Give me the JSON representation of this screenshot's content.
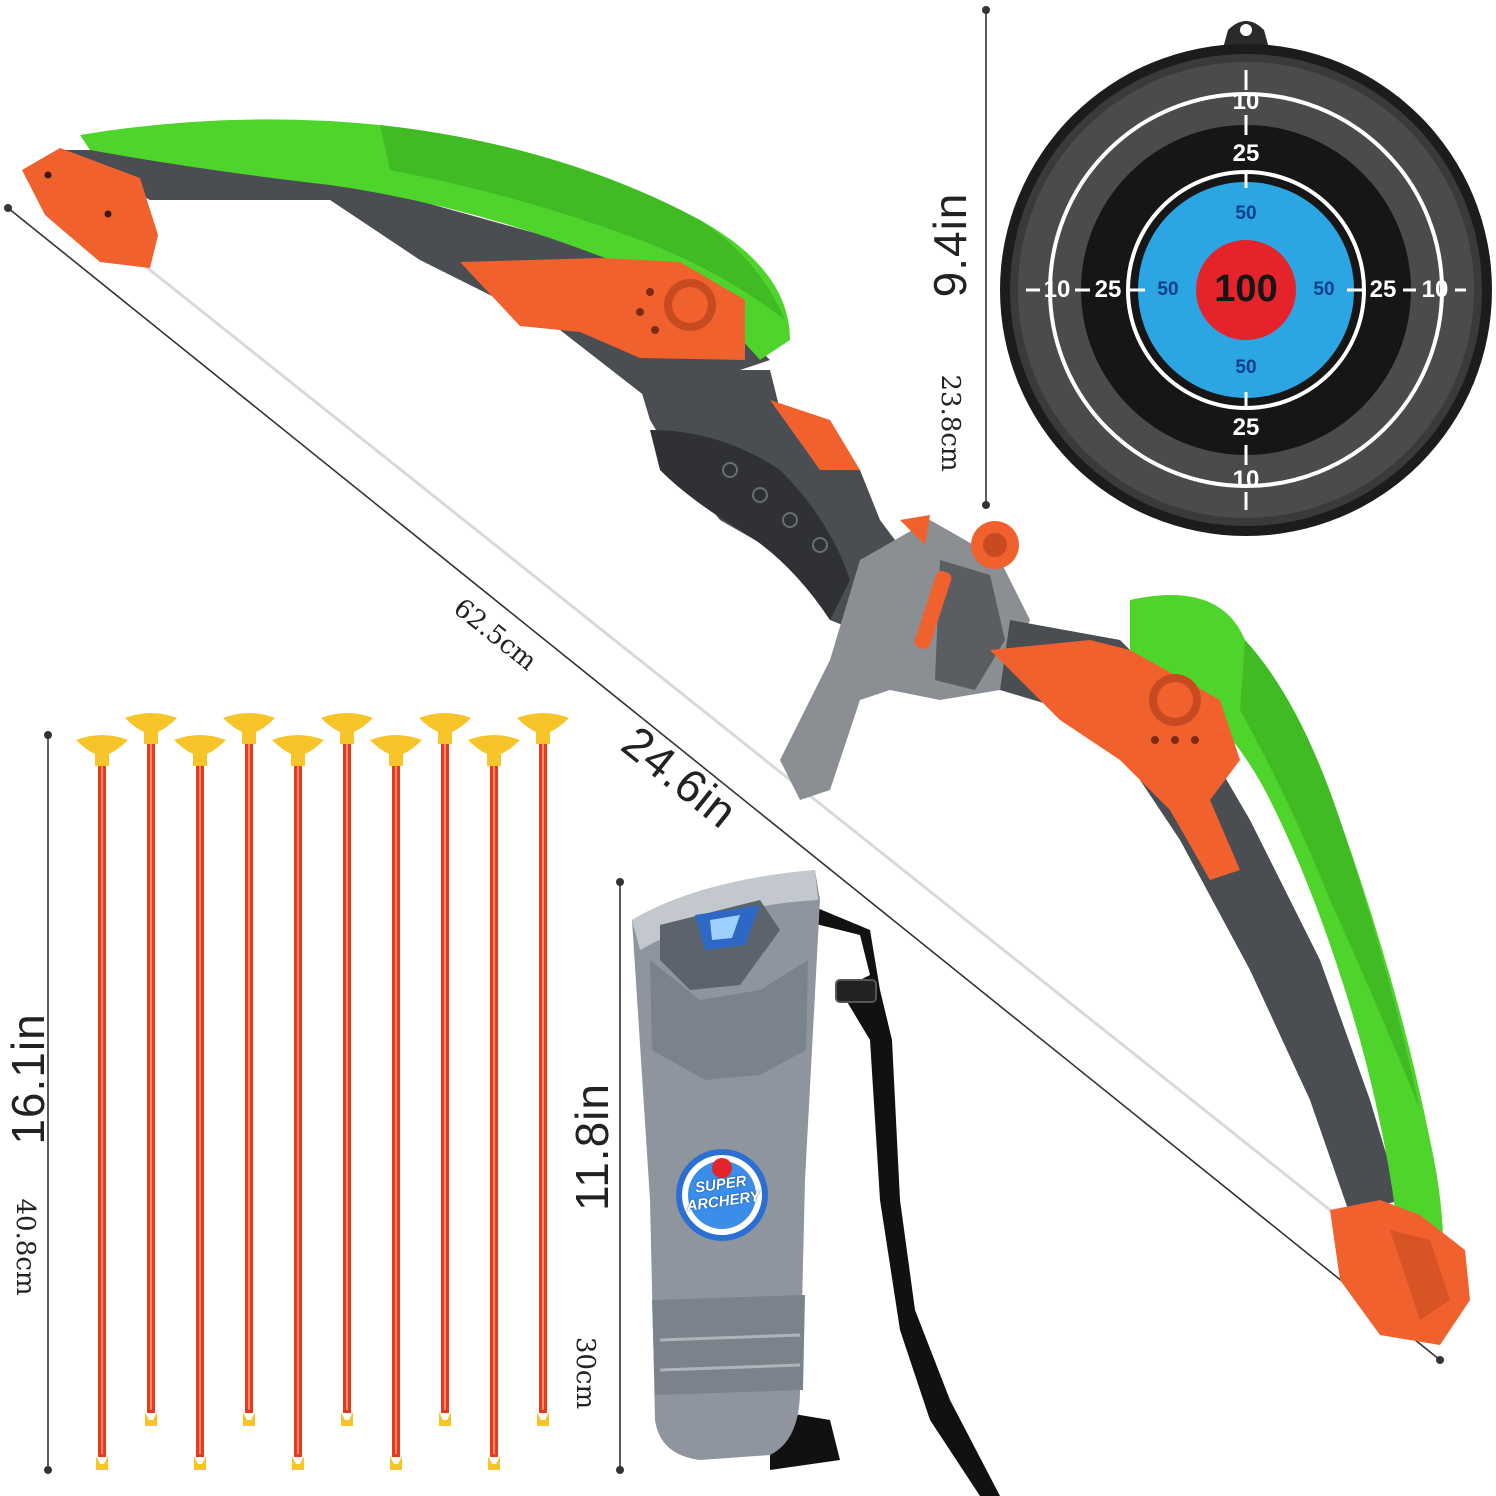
{
  "colors": {
    "bow_green": "#4fd42c",
    "bow_green_dark": "#2e9e1a",
    "bow_gray": "#4a4d52",
    "bow_orange": "#f0612e",
    "target_red": "#e5232b",
    "target_blue": "#2ba6e2",
    "target_black": "#161616",
    "target_gray": "#4b4b4b",
    "arrow_shaft": "#e63a1e",
    "arrow_cup": "#f7c42a",
    "quiver_gray": "#8e959e",
    "strap": "#111111"
  },
  "dimensions": {
    "bow_in": "24.6in",
    "bow_cm": "62.5cm",
    "target_in": "9.4in",
    "target_cm": "23.8cm",
    "arrow_in": "16.1in",
    "arrow_cm": "40.8cm",
    "quiver_in": "11.8in",
    "quiver_cm": "30cm"
  },
  "target": {
    "center": "100",
    "ring_50": "50",
    "ring_25": "25",
    "ring_10": "10"
  },
  "quiver": {
    "logo_line1": "SUPER",
    "logo_line2": "ARCHERY"
  },
  "arrows": {
    "count": 10
  }
}
